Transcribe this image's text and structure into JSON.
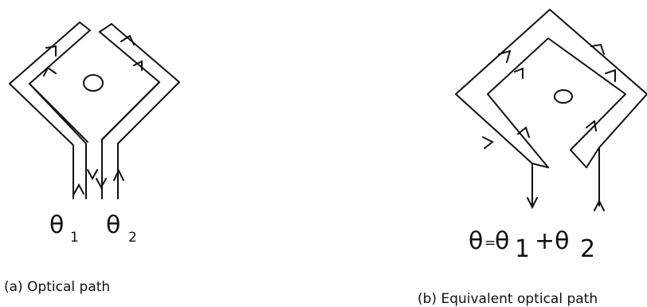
{
  "diagram_a": {
    "theta1_symbol": "θ",
    "theta1_sub": "1",
    "theta2_symbol": "θ",
    "theta2_sub": "2",
    "caption": "(a) Optical path"
  },
  "diagram_b": {
    "eq_theta": "θ",
    "eq_equals": "=",
    "eq_theta1": "θ",
    "eq_sub1": "1",
    "eq_plus": "+θ",
    "eq_sub2": "2",
    "caption": "(b)   Equivalent optical path"
  }
}
